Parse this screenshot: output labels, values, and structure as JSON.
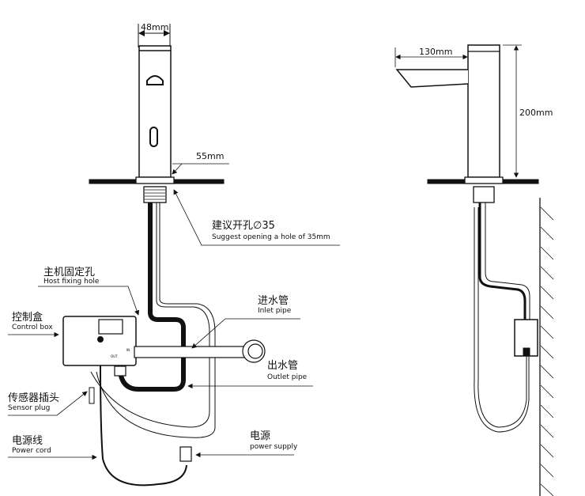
{
  "dimensions": {
    "width_top": "48mm",
    "base": "55mm",
    "spout_reach": "130mm",
    "height": "200mm"
  },
  "labels": {
    "hole_zh": "建议开孔∅35",
    "hole_en": "Suggest opening a hole of 35mm",
    "host_fixing_zh": "主机固定孔",
    "host_fixing_en": "Host fixing hole",
    "control_box_zh": "控制盒",
    "control_box_en": "Control box",
    "inlet_zh": "进水管",
    "inlet_en": "Inlet pipe",
    "outlet_zh": "出水管",
    "outlet_en": "Outlet pipe",
    "sensor_zh": "传感器插头",
    "sensor_en": "Sensor plug",
    "cord_zh": "电源线",
    "cord_en": "Power cord",
    "supply_zh": "电源",
    "supply_en": "power supply",
    "box_out": "OUT",
    "box_in": "IN"
  }
}
